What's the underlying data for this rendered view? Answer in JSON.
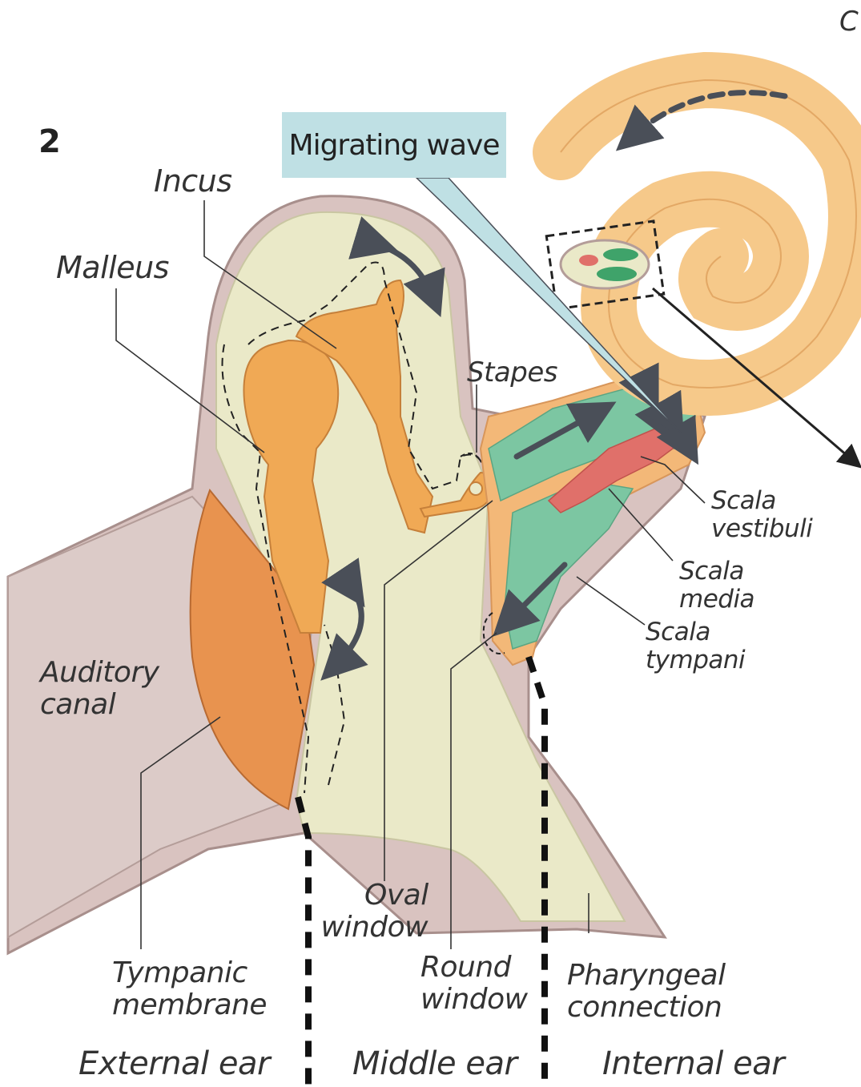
{
  "figure_number": "2",
  "callout": "Migrating wave",
  "labels": {
    "incus": "Incus",
    "malleus": "Malleus",
    "stapes": "Stapes",
    "auditory_canal_1": "Auditory",
    "auditory_canal_2": "canal",
    "tympanic_1": "Tympanic",
    "tympanic_2": "membrane",
    "oval_1": "Oval",
    "oval_2": "window",
    "round_1": "Round",
    "round_2": "window",
    "pharyngeal_1": "Pharyngeal",
    "pharyngeal_2": "connection",
    "scala_vest_1": "Scala",
    "scala_vest_2": "vestibuli",
    "scala_media_1": "Scala",
    "scala_media_2": "media",
    "scala_tymp_1": "Scala",
    "scala_tymp_2": "tympani",
    "cochlea_cut": "C"
  },
  "regions": {
    "external": "External ear",
    "middle": "Middle ear",
    "internal": "Internal ear"
  },
  "colors": {
    "tissue": "#d9c3c0",
    "tissue_dark": "#a88f8c",
    "cavity": "#eae9c8",
    "ossicle": "#f0a955",
    "membrane": "#e8934f",
    "cochlea": "#f6c98a",
    "scala_green": "#7cc6a2",
    "scala_red": "#e0706a",
    "callout_bg": "#bfe0e4",
    "arrow": "#4a4f58"
  }
}
